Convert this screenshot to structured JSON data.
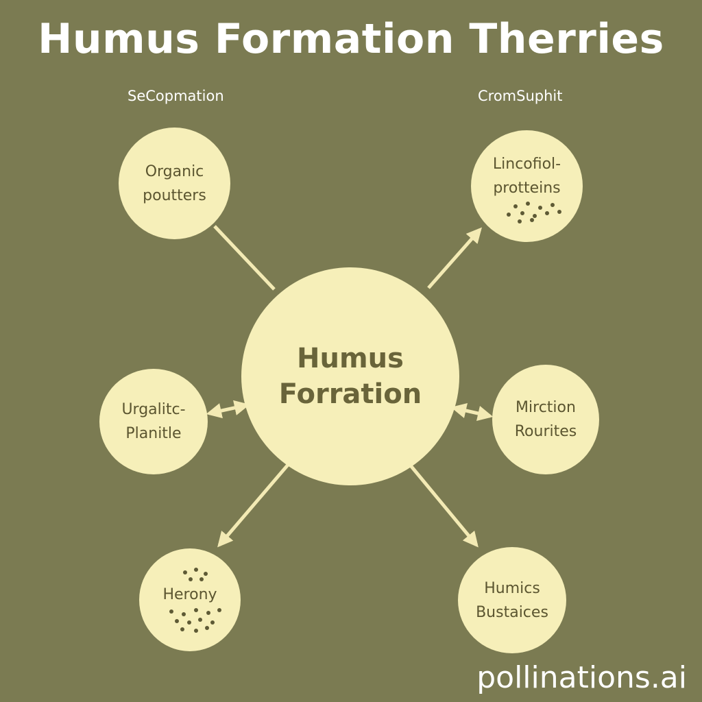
{
  "title": "Humus Formation Therries",
  "labels": {
    "left": "SeCopmation",
    "right": "CromSuphit"
  },
  "center": {
    "line1": "Humus",
    "line2": "Forration"
  },
  "nodes": {
    "top_left": {
      "line1": "Organic",
      "line2": "poutters"
    },
    "top_right": {
      "line1": "Lincofiol-",
      "line2": "protteins"
    },
    "mid_left": {
      "line1": "Urgalitc-",
      "line2": "Planitle"
    },
    "mid_right": {
      "line1": "Mirction",
      "line2": "Rourites"
    },
    "bottom_left": {
      "line1": "Herony"
    },
    "bottom_right": {
      "line1": "Humics",
      "line2": "Bustaices"
    }
  },
  "watermark": "pollinations.ai",
  "colors": {
    "background": "#7b7b52",
    "node_fill": "#f6efb9",
    "text": "#5b5530",
    "arrow": "#f3eab4"
  }
}
